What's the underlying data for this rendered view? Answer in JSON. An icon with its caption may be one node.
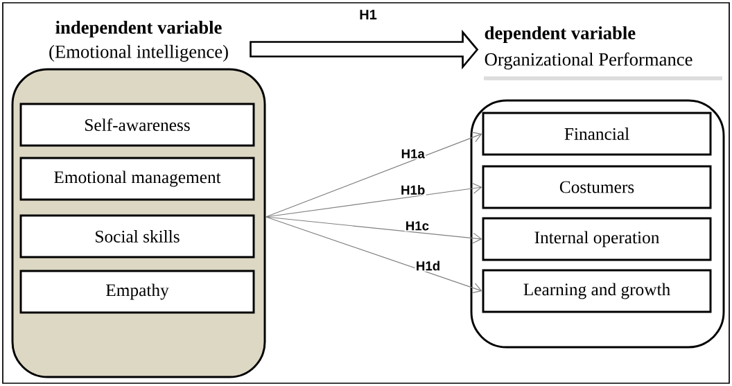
{
  "diagram": {
    "nodes": [
      {
        "text": [
          "independent variable",
          "(Emotional intelligence)"
        ]
      },
      {
        "text": [
          "Self-awareness"
        ],
        "in": 0
      },
      {
        "text": [
          "Emotional management"
        ],
        "in": 0
      },
      {
        "text": [
          "Social skills"
        ],
        "in": 0
      },
      {
        "text": [
          "Empathy"
        ],
        "in": 0
      },
      {
        "text": [
          "dependent variable",
          "Organizational Performance"
        ]
      },
      {
        "text": [
          "Financial"
        ],
        "in": 5
      },
      {
        "text": [
          "Costumers"
        ],
        "in": 5
      },
      {
        "text": [
          "Internal operation"
        ],
        "in": 5
      },
      {
        "text": [
          "Learning and growth"
        ],
        "in": 5
      }
    ],
    "edges": [
      {
        "from": 0,
        "to": 5,
        "arrow": "to",
        "label": "H1",
        "style": "thick"
      },
      {
        "from": 0,
        "to": 6,
        "arrow": "to",
        "label": "H1a",
        "color": "#808080"
      },
      {
        "from": 0,
        "to": 7,
        "arrow": "to",
        "label": "H1b",
        "color": "#808080"
      },
      {
        "from": 0,
        "to": 8,
        "arrow": "to",
        "label": "H1c",
        "color": "#808080"
      },
      {
        "from": 0,
        "to": 9,
        "arrow": "to",
        "label": "H1d",
        "color": "#808080"
      }
    ]
  }
}
